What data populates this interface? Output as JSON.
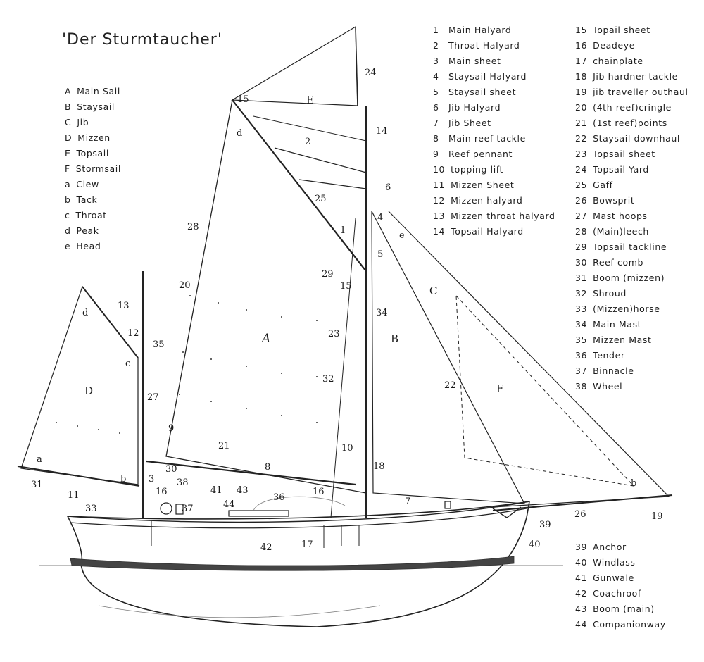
{
  "title": "'Der Sturmtaucher'",
  "sail_legend": [
    {
      "key": "A",
      "label": "Main Sail"
    },
    {
      "key": "B",
      "label": "Staysail"
    },
    {
      "key": "C",
      "label": "Jib"
    },
    {
      "key": "D",
      "label": "Mizzen"
    },
    {
      "key": "E",
      "label": "Topsail"
    },
    {
      "key": "F",
      "label": "Stormsail"
    },
    {
      "key": "a",
      "label": "Clew"
    },
    {
      "key": "b",
      "label": "Tack"
    },
    {
      "key": "c",
      "label": "Throat"
    },
    {
      "key": "d",
      "label": "Peak"
    },
    {
      "key": "e",
      "label": "Head"
    }
  ],
  "parts_legend_1": [
    {
      "num": "1",
      "label": "Main Halyard"
    },
    {
      "num": "2",
      "label": "Throat Halyard"
    },
    {
      "num": "3",
      "label": "Main sheet"
    },
    {
      "num": "4",
      "label": "Staysail Halyard"
    },
    {
      "num": "5",
      "label": "Staysail sheet"
    },
    {
      "num": "6",
      "label": "Jib Halyard"
    },
    {
      "num": "7",
      "label": "Jib Sheet"
    },
    {
      "num": "8",
      "label": "Main reef tackle"
    },
    {
      "num": "9",
      "label": "Reef pennant"
    },
    {
      "num": "10",
      "label": "topping lift"
    },
    {
      "num": "11",
      "label": "Mizzen Sheet"
    },
    {
      "num": "12",
      "label": "Mizzen halyard"
    },
    {
      "num": "13",
      "label": "Mizzen throat halyard"
    },
    {
      "num": "14",
      "label": "Topsail Halyard"
    }
  ],
  "parts_legend_2": [
    {
      "num": "15",
      "label": "Topail sheet"
    },
    {
      "num": "16",
      "label": "Deadeye"
    },
    {
      "num": "17",
      "label": "chainplate"
    },
    {
      "num": "18",
      "label": "Jib hardner tackle"
    },
    {
      "num": "19",
      "label": "jib traveller outhaul"
    },
    {
      "num": "20",
      "label": "(4th reef)cringle"
    },
    {
      "num": "21",
      "label": "(1st reef)points"
    },
    {
      "num": "22",
      "label": "Staysail downhaul"
    },
    {
      "num": "23",
      "label": "Topsail sheet"
    },
    {
      "num": "24",
      "label": "Topsail Yard"
    },
    {
      "num": "25",
      "label": "Gaff"
    },
    {
      "num": "26",
      "label": "Bowsprit"
    },
    {
      "num": "27",
      "label": "Mast hoops"
    },
    {
      "num": "28",
      "label": "(Main)leech"
    },
    {
      "num": "29",
      "label": "Topsail tackline"
    },
    {
      "num": "30",
      "label": "Reef comb"
    },
    {
      "num": "31",
      "label": "Boom (mizzen)"
    },
    {
      "num": "32",
      "label": "Shroud"
    },
    {
      "num": "33",
      "label": "(Mizzen)horse"
    },
    {
      "num": "34",
      "label": "Main Mast"
    },
    {
      "num": "35",
      "label": "Mizzen Mast"
    },
    {
      "num": "36",
      "label": "Tender"
    },
    {
      "num": "37",
      "label": "Binnacle"
    },
    {
      "num": "38",
      "label": "Wheel"
    }
  ],
  "parts_legend_3": [
    {
      "num": "39",
      "label": "Anchor"
    },
    {
      "num": "40",
      "label": "Windlass"
    },
    {
      "num": "41",
      "label": "Gunwale"
    },
    {
      "num": "42",
      "label": "Coachroof"
    },
    {
      "num": "43",
      "label": "Boom (main)"
    },
    {
      "num": "44",
      "label": "Companionway"
    }
  ],
  "callouts": {
    "sail_A": "A",
    "sail_B": "B",
    "sail_C": "C",
    "sail_D": "D",
    "sail_E": "E",
    "sail_F": "F",
    "clew": "a",
    "tack_mizzen": "b",
    "tack_jib": "b",
    "throat": "c",
    "peak_mizzen": "d",
    "peak_main": "d",
    "head": "e",
    "n1": "1",
    "n2": "2",
    "n3": "3",
    "n4": "4",
    "n5": "5",
    "n6": "6",
    "n7": "7",
    "n8": "8",
    "n9": "9",
    "n10": "10",
    "n11": "11",
    "n12": "12",
    "n13": "13",
    "n14": "14",
    "n15a": "15",
    "n15b": "15",
    "n16a": "16",
    "n16b": "16",
    "n17": "17",
    "n18": "18",
    "n19": "19",
    "n20": "20",
    "n21": "21",
    "n22": "22",
    "n23": "23",
    "n24": "24",
    "n25": "25",
    "n26": "26",
    "n27": "27",
    "n28": "28",
    "n29": "29",
    "n30": "30",
    "n31": "31",
    "n32": "32",
    "n33": "33",
    "n34": "34",
    "n35": "35",
    "n36": "36",
    "n37": "37",
    "n38": "38",
    "n39": "39",
    "n40": "40",
    "n41": "41",
    "n42": "42",
    "n43": "43",
    "n44": "44"
  }
}
